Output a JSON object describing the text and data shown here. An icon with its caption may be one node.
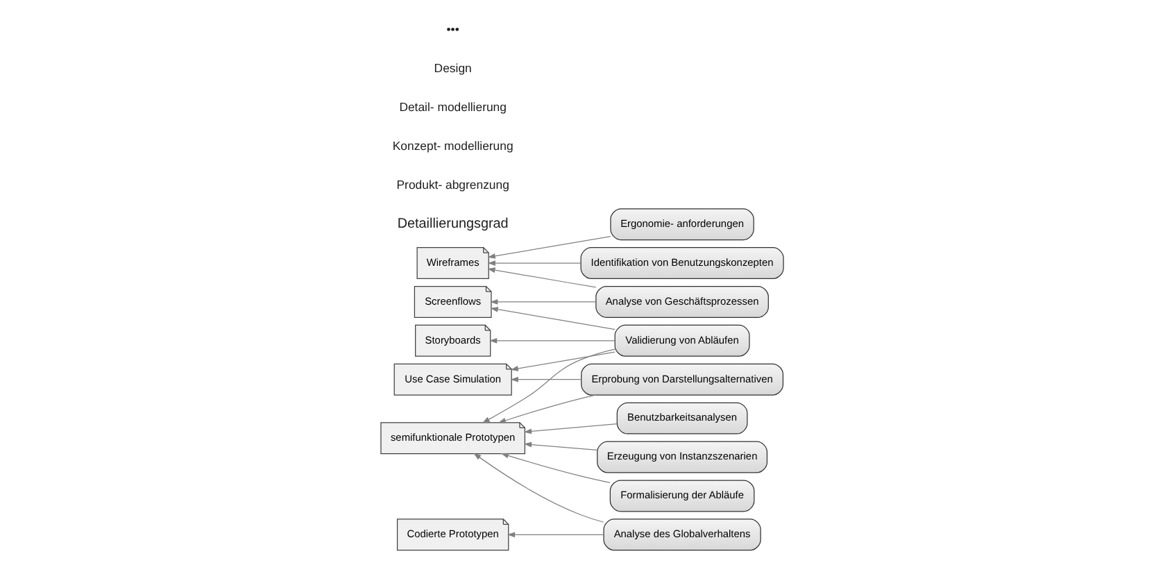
{
  "diagram": {
    "nodes": [
      {
        "text": [
          "Wireframes"
        ]
      },
      {
        "text": [
          "Screenflows"
        ]
      },
      {
        "text": [
          "Storyboards"
        ]
      },
      {
        "text": [
          "Use Case Simulation"
        ]
      },
      {
        "text": [
          "semifunktionale Prototypen"
        ]
      },
      {
        "text": [
          "Codierte Prototypen"
        ]
      },
      {
        "text": [
          "Identifikation von Benutzungskonzepten"
        ]
      },
      {
        "text": [
          "Ergonomie- anforderungen"
        ]
      },
      {
        "text": [
          "Analyse von Geschäftsprozessen"
        ]
      },
      {
        "text": [
          "Validierung von Abläufen"
        ]
      },
      {
        "text": [
          "Erprobung von Darstellungsalternativen"
        ]
      },
      {
        "text": [
          "Benutzbarkeitsanalysen"
        ]
      },
      {
        "text": [
          "Erzeugung von Instanzszenarien"
        ]
      },
      {
        "text": [
          "Formalisierung der Abläufe"
        ]
      },
      {
        "text": [
          "Analyse des Globalverhaltens"
        ]
      }
    ],
    "edges": [
      {
        "from": 6,
        "to": 0,
        "arrow": "to"
      },
      {
        "from": 7,
        "to": 0,
        "arrow": "to"
      },
      {
        "from": 8,
        "to": 0,
        "arrow": "to"
      },
      {
        "from": 8,
        "to": 1,
        "arrow": "to"
      },
      {
        "from": 9,
        "to": 1,
        "arrow": "to"
      },
      {
        "from": 9,
        "to": 2,
        "arrow": "to"
      },
      {
        "from": 9,
        "to": 3,
        "arrow": "to"
      },
      {
        "from": 9,
        "to": 4,
        "arrow": "to"
      },
      {
        "from": 10,
        "to": 3,
        "arrow": "to"
      },
      {
        "from": 10,
        "to": 4,
        "arrow": "to"
      },
      {
        "from": 11,
        "to": 4,
        "arrow": "to"
      },
      {
        "from": 12,
        "to": 4,
        "arrow": "to"
      },
      {
        "from": 13,
        "to": 4,
        "arrow": "to"
      },
      {
        "from": 14,
        "to": 4,
        "arrow": "to"
      },
      {
        "from": 14,
        "to": 5,
        "arrow": "to"
      }
    ],
    "labels": [
      "Detaillierungsgrad",
      "Produkt- abgrenzung",
      "Konzept- modellierung",
      "Detail- modellierung",
      "Design",
      "•••"
    ]
  }
}
